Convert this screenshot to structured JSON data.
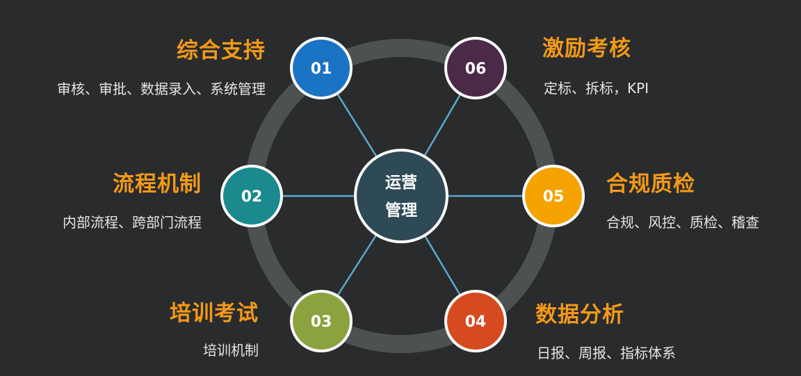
{
  "center": {
    "line1": "运营",
    "line2": "管理"
  },
  "nodes": [
    {
      "id": "01",
      "title": "综合支持",
      "desc": "审核、审批、数据录入、系统管理",
      "color": "#1a73c4"
    },
    {
      "id": "02",
      "title": "流程机制",
      "desc": "内部流程、跨部门流程",
      "color": "#1a8a8e"
    },
    {
      "id": "03",
      "title": "培训考试",
      "desc": "培训机制",
      "color": "#8aa33f"
    },
    {
      "id": "04",
      "title": "数据分析",
      "desc": "日报、周报、指标体系",
      "color": "#d64a1f"
    },
    {
      "id": "05",
      "title": "合规质检",
      "desc": "合规、风控、质检、稽查",
      "color": "#f5a300"
    },
    {
      "id": "06",
      "title": "激励考核",
      "desc": "定标、拆标，KPI",
      "color": "#4a2a48"
    }
  ],
  "colors": {
    "background": "#2a2b2d",
    "ring": "#4d5152",
    "spoke": "#5aa9cf",
    "title_text": "#f39a18",
    "center_fill": "#2f4a57"
  }
}
